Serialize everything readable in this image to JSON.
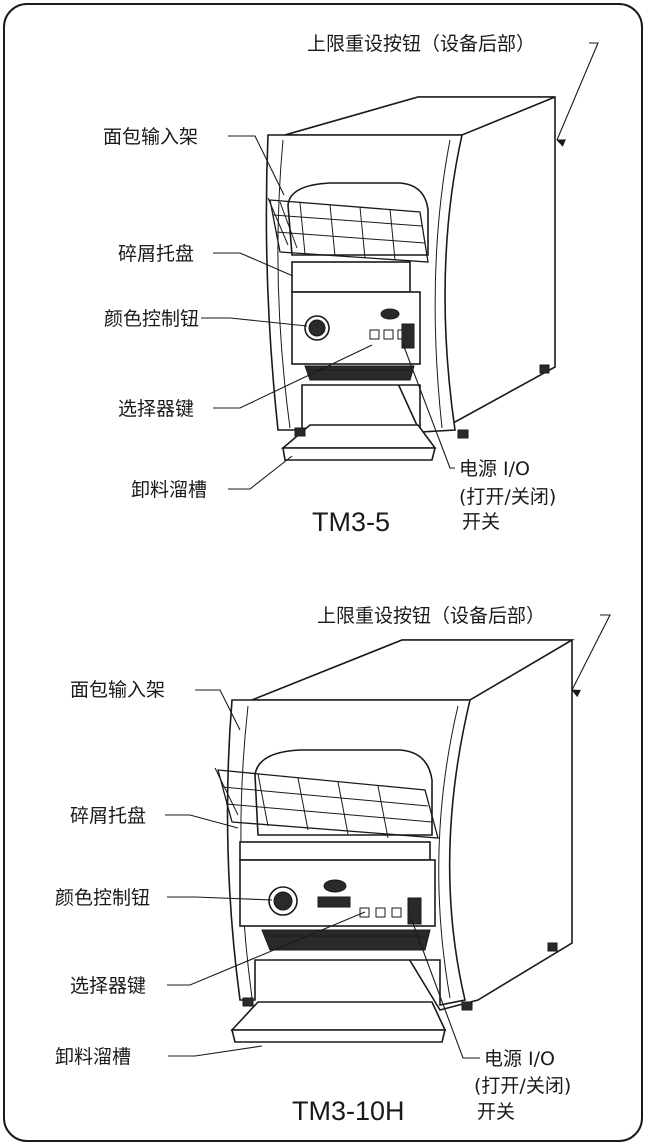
{
  "diagrams": [
    {
      "model": "TM3-5",
      "labels": {
        "reset": "上限重设按钮（设备后部）",
        "rack": "面包输入架",
        "crumb": "碎屑托盘",
        "color": "颜色控制钮",
        "selector": "选择器键",
        "chute": "卸料溜槽",
        "power_1": "电源 I/O",
        "power_2": "(打开/关闭)",
        "power_3": "开关"
      }
    },
    {
      "model": "TM3-10H",
      "labels": {
        "reset": "上限重设按钮（设备后部）",
        "rack": "面包输入架",
        "crumb": "碎屑托盘",
        "color": "颜色控制钮",
        "selector": "选择器键",
        "chute": "卸料溜槽",
        "power_1": "电源 I/O",
        "power_2": "(打开/关闭)",
        "power_3": "开关"
      }
    }
  ]
}
